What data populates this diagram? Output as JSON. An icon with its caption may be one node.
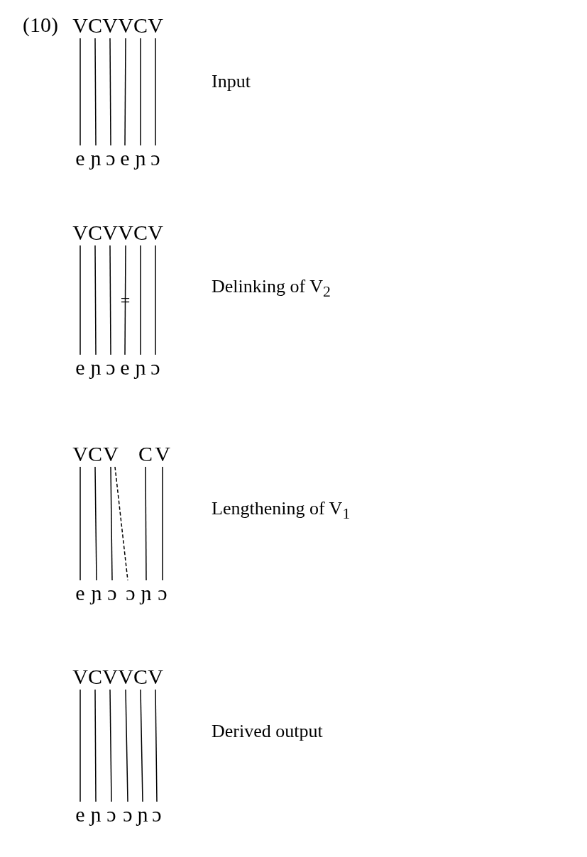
{
  "diagram": {
    "nodes": [
      {
        "text": [
          "V"
        ]
      },
      {
        "text": [
          "C"
        ]
      },
      {
        "text": [
          "V"
        ]
      },
      {
        "text": [
          "V"
        ]
      },
      {
        "text": [
          "C"
        ]
      },
      {
        "text": [
          "V"
        ]
      },
      {
        "text": [
          "e"
        ]
      },
      {
        "text": [
          "ɲ"
        ]
      },
      {
        "text": [
          "ɔ"
        ]
      },
      {
        "text": [
          "e"
        ]
      },
      {
        "text": [
          "ɲ"
        ]
      },
      {
        "text": [
          "ɔ"
        ]
      },
      {
        "text": [
          "V"
        ]
      },
      {
        "text": [
          "C"
        ]
      },
      {
        "text": [
          "V"
        ]
      },
      {
        "text": [
          "V"
        ]
      },
      {
        "text": [
          "C"
        ]
      },
      {
        "text": [
          "V"
        ]
      },
      {
        "text": [
          "e"
        ]
      },
      {
        "text": [
          "ɲ"
        ]
      },
      {
        "text": [
          "ɔ"
        ]
      },
      {
        "text": [
          "e"
        ]
      },
      {
        "text": [
          "ɲ"
        ]
      },
      {
        "text": [
          "ɔ"
        ]
      },
      {
        "text": [
          "V"
        ]
      },
      {
        "text": [
          "C"
        ]
      },
      {
        "text": [
          "V"
        ]
      },
      {
        "text": [
          "C"
        ]
      },
      {
        "text": [
          "V"
        ]
      },
      {
        "text": [
          "e"
        ]
      },
      {
        "text": [
          "ɲ"
        ]
      },
      {
        "text": [
          "ɔ"
        ]
      },
      {
        "text": [
          "ɔ"
        ]
      },
      {
        "text": [
          "ɲ"
        ]
      },
      {
        "text": [
          "ɔ"
        ]
      },
      {
        "text": [
          "V"
        ]
      },
      {
        "text": [
          "C"
        ]
      },
      {
        "text": [
          "V"
        ]
      },
      {
        "text": [
          "V"
        ]
      },
      {
        "text": [
          "C"
        ]
      },
      {
        "text": [
          "V"
        ]
      },
      {
        "text": [
          "e"
        ]
      },
      {
        "text": [
          "ɲ"
        ]
      },
      {
        "text": [
          "ɔ"
        ]
      },
      {
        "text": [
          "ɔ"
        ]
      },
      {
        "text": [
          "ɲ"
        ]
      },
      {
        "text": [
          "ɔ"
        ]
      }
    ],
    "edges": [
      {
        "from": 0,
        "to": 6,
        "arrow": "none"
      },
      {
        "from": 1,
        "to": 7,
        "arrow": "none"
      },
      {
        "from": 2,
        "to": 8,
        "arrow": "none"
      },
      {
        "from": 3,
        "to": 9,
        "arrow": "none"
      },
      {
        "from": 4,
        "to": 10,
        "arrow": "none"
      },
      {
        "from": 5,
        "to": 11,
        "arrow": "none"
      },
      {
        "from": 12,
        "to": 18,
        "arrow": "none"
      },
      {
        "from": 13,
        "to": 19,
        "arrow": "none"
      },
      {
        "from": 14,
        "to": 20,
        "arrow": "none"
      },
      {
        "from": 15,
        "to": 21,
        "arrow": "none",
        "label": "="
      },
      {
        "from": 16,
        "to": 22,
        "arrow": "none"
      },
      {
        "from": 17,
        "to": 23,
        "arrow": "none"
      },
      {
        "from": 24,
        "to": 29,
        "arrow": "none"
      },
      {
        "from": 25,
        "to": 30,
        "arrow": "none"
      },
      {
        "from": 26,
        "to": 31,
        "arrow": "none"
      },
      {
        "from": 26,
        "to": 32,
        "arrow": "none",
        "style": "dashed"
      },
      {
        "from": 27,
        "to": 33,
        "arrow": "none"
      },
      {
        "from": 28,
        "to": 34,
        "arrow": "none"
      },
      {
        "from": 35,
        "to": 41,
        "arrow": "none"
      },
      {
        "from": 36,
        "to": 42,
        "arrow": "none"
      },
      {
        "from": 37,
        "to": 43,
        "arrow": "none"
      },
      {
        "from": 38,
        "to": 44,
        "arrow": "none"
      },
      {
        "from": 39,
        "to": 45,
        "arrow": "none"
      },
      {
        "from": 40,
        "to": 46,
        "arrow": "none"
      }
    ],
    "labels": [
      "(10)",
      "Input",
      "Delinking of V$_{2}$",
      "Lengthening of V$_{1}$",
      "Derived output"
    ]
  }
}
